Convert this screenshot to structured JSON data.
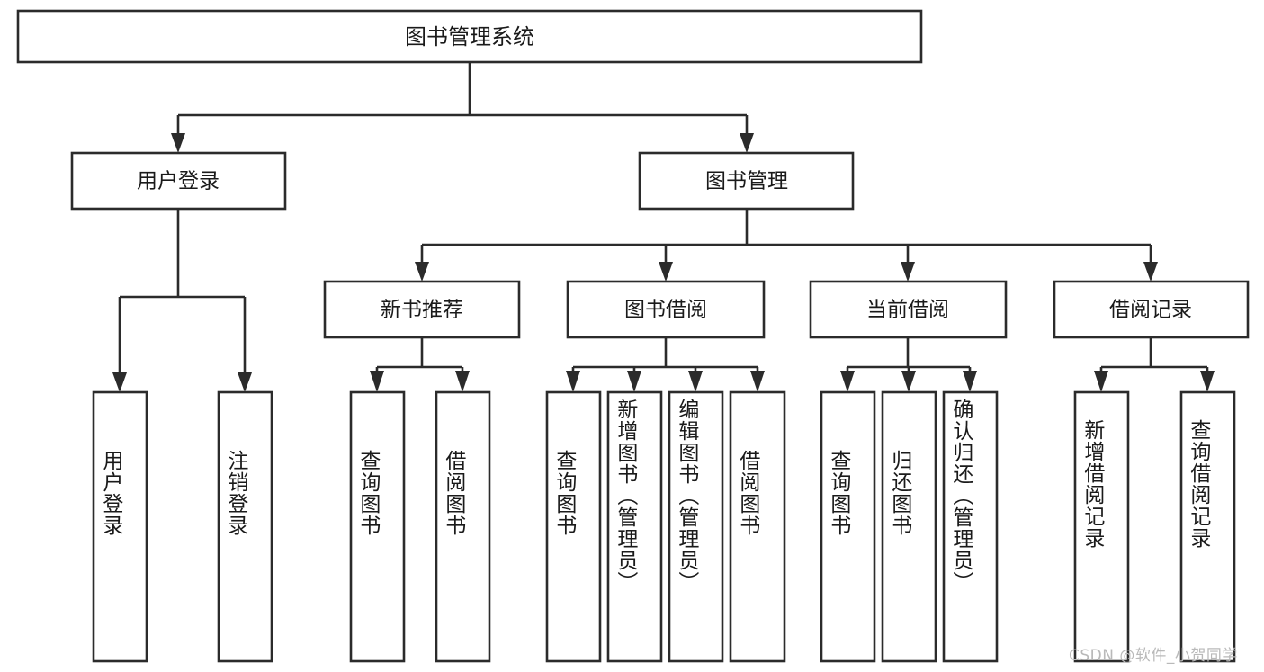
{
  "diagram": {
    "type": "tree-hierarchy",
    "title_node": {
      "label": "图书管理系统"
    },
    "level2": [
      {
        "label": "用户登录"
      },
      {
        "label": "图书管理"
      }
    ],
    "level3": [
      {
        "label": "新书推荐"
      },
      {
        "label": "图书借阅"
      },
      {
        "label": "当前借阅"
      },
      {
        "label": "借阅记录"
      }
    ],
    "leaves": {
      "user_login": [
        {
          "label": "用户登录"
        },
        {
          "label": "注销登录"
        }
      ],
      "new_book_recommend": [
        {
          "label": "查询图书"
        },
        {
          "label": "借阅图书"
        }
      ],
      "book_borrow": [
        {
          "label": "查询图书"
        },
        {
          "label": "新增图书（管理员）"
        },
        {
          "label": "编辑图书（管理员）"
        },
        {
          "label": "借阅图书"
        }
      ],
      "current_borrow": [
        {
          "label": "查询图书"
        },
        {
          "label": "归还图书"
        },
        {
          "label": "确认归还（管理员）"
        }
      ],
      "borrow_record": [
        {
          "label": "新增借阅记录"
        },
        {
          "label": "查询借阅记录"
        }
      ]
    }
  },
  "watermark": {
    "text": "CSDN @软件_小贺同学"
  },
  "colors": {
    "stroke": "#2b2b2b",
    "fill": "#ffffff",
    "text": "#1a1a1a",
    "watermark": "#b9b9b9"
  }
}
